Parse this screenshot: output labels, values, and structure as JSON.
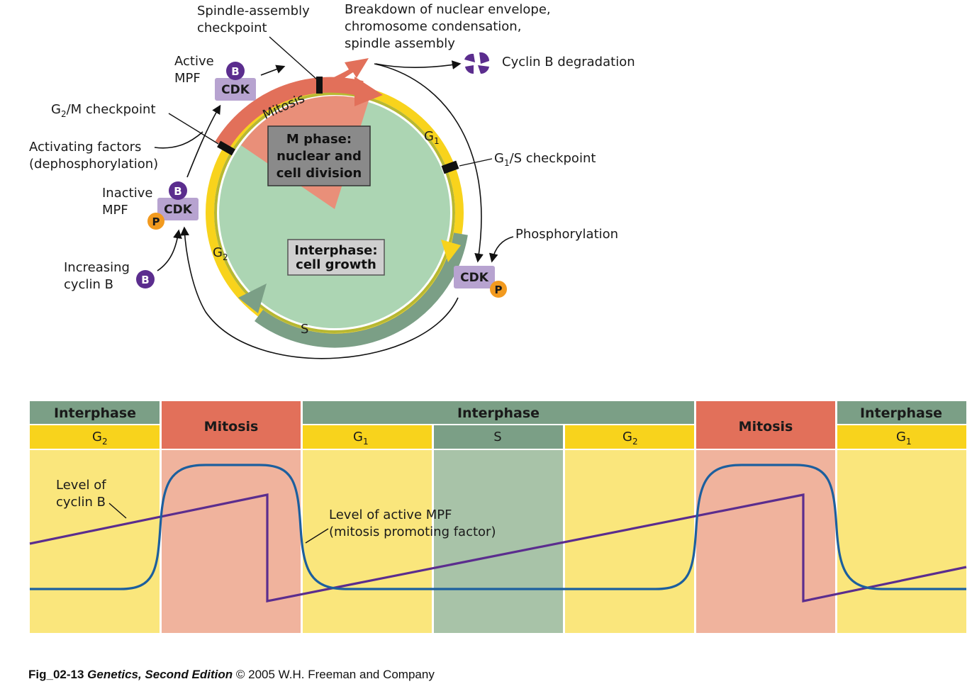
{
  "colors": {
    "interphase_header": "#7b9f86",
    "mitosis_header": "#e2705a",
    "g_band": "#f8d31c",
    "s_band": "#7b9f86",
    "interphase_region": "#fae67c",
    "mitosis_region": "#f0b39d",
    "s_region": "#a8c3a8",
    "cyclin_line": "#5b2d8e",
    "mpf_line": "#1c5f9e",
    "circle_fill": "#acd5b3",
    "mphase_wedge": "#e98f79",
    "cdk_box": "#b7a3d0",
    "cyclin_b_badge": "#5b2d8e",
    "p_badge": "#f29a1f"
  },
  "cycle": {
    "labels": {
      "spindle_checkpoint": [
        "Spindle-assembly",
        "checkpoint"
      ],
      "breakdown": [
        "Breakdown of nuclear envelope,",
        "chromosome condensation,",
        "spindle assembly"
      ],
      "cyclin_degradation": "Cyclin B degradation",
      "active_mpf": [
        "Active",
        "MPF"
      ],
      "g2m_checkpoint": {
        "main": "G",
        "sub": "2",
        "rest": "/M checkpoint"
      },
      "activating": [
        "Activating factors",
        "(dephosphorylation)"
      ],
      "inactive_mpf": [
        "Inactive",
        "MPF"
      ],
      "increasing": [
        "Increasing",
        "cyclin B"
      ],
      "g1s_checkpoint": {
        "main": "G",
        "sub": "1",
        "rest": "/S checkpoint"
      },
      "phosphorylation": "Phosphorylation",
      "mitosis_arc": "Mitosis",
      "g1_arc": {
        "main": "G",
        "sub": "1"
      },
      "g2_arc": {
        "main": "G",
        "sub": "2"
      },
      "s_arc": "S"
    },
    "mphase_box": [
      "M phase:",
      "nuclear and",
      "cell division"
    ],
    "interphase_box": [
      "Interphase:",
      "cell growth"
    ],
    "cdk_label": "CDK",
    "b_label": "B",
    "p_label": "P"
  },
  "timeline": {
    "headers": {
      "interphase_1": "Interphase",
      "mitosis_1": "Mitosis",
      "interphase_2": "Interphase",
      "mitosis_2": "Mitosis",
      "interphase_3": "Interphase"
    },
    "phases": {
      "g2_a": {
        "main": "G",
        "sub": "2"
      },
      "g1_a": {
        "main": "G",
        "sub": "1"
      },
      "s": "S",
      "g2_b": {
        "main": "G",
        "sub": "2"
      },
      "g1_b": {
        "main": "G",
        "sub": "1"
      }
    },
    "cyclin_label": [
      "Level of",
      "cyclin B"
    ],
    "mpf_label": [
      "Level of active MPF",
      "(mitosis promoting factor)"
    ]
  },
  "caption": {
    "fig": "Fig_02-13",
    "book": "Genetics, Second Edition",
    "rest": "© 2005 W.H. Freeman and Company"
  }
}
